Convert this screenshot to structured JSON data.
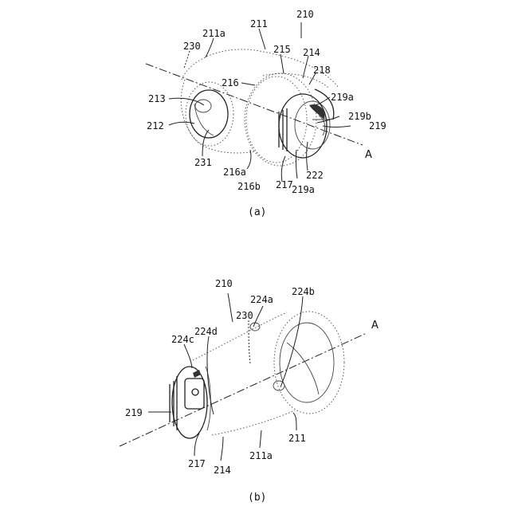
{
  "figure_a": {
    "caption": "(a)",
    "axis_label": "A",
    "labels": {
      "l210": "210",
      "l211": "211",
      "l211a": "211a",
      "l230": "230",
      "l215": "215",
      "l214": "214",
      "l218": "218",
      "l216": "216",
      "l213": "213",
      "l212": "212",
      "l231": "231",
      "l216a": "216a",
      "l216b": "216b",
      "l217": "217",
      "l219a_top": "219a",
      "l219b": "219b",
      "l219": "219",
      "l222": "222",
      "l219a_bottom": "219a"
    }
  },
  "figure_b": {
    "caption": "(b)",
    "axis_label": "A",
    "labels": {
      "l210": "210",
      "l224a": "224a",
      "l224b": "224b",
      "l230": "230",
      "l224d": "224d",
      "l224c": "224c",
      "l219": "219",
      "l217": "217",
      "l214": "214",
      "l211a": "211a",
      "l211": "211"
    }
  }
}
